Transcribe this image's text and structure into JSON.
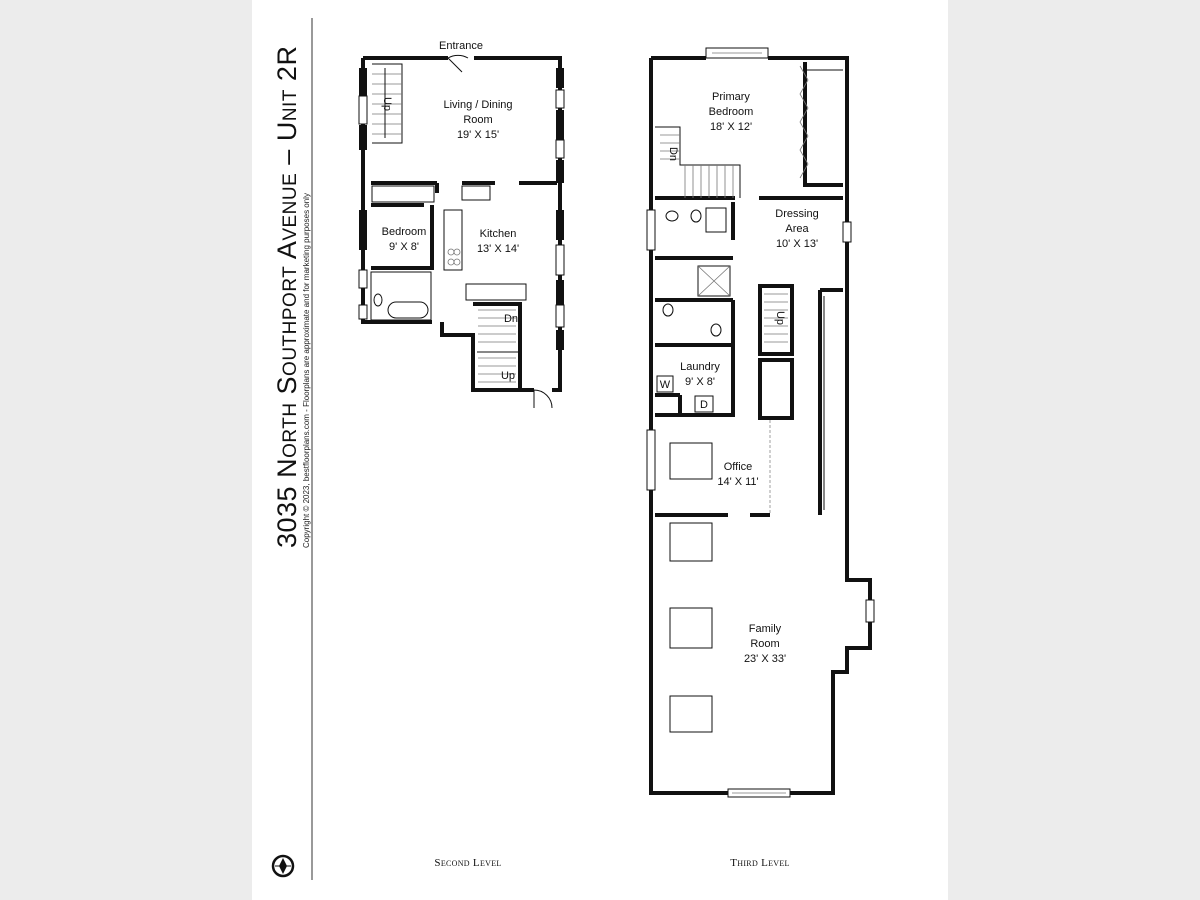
{
  "property": {
    "title": "3035 North Southport Avenue – Unit 2R",
    "copyright": "Copyright © 2023, bestfloorplans.com - Floorplans are approximate and for marketing purposes only"
  },
  "compass": {
    "icon": "compass-icon"
  },
  "levels": [
    {
      "name": "Second Level",
      "labels": {
        "entrance": "Entrance",
        "living_1": "Living / Dining",
        "living_2": "Room",
        "living_dim": "19' X 15'",
        "bedroom": "Bedroom",
        "bedroom_dim": "9' X 8'",
        "kitchen": "Kitchen",
        "kitchen_dim": "13' X 14'",
        "up_1": "Up",
        "dn": "Dn",
        "up_2": "Up"
      }
    },
    {
      "name": "Third Level",
      "labels": {
        "primary_1": "Primary",
        "primary_2": "Bedroom",
        "primary_dim": "18' X 12'",
        "dn": "Dn",
        "dressing_1": "Dressing",
        "dressing_2": "Area",
        "dressing_dim": "10' X 13'",
        "up": "Up",
        "laundry": "Laundry",
        "laundry_dim": "9' X 8'",
        "washer": "W",
        "dryer": "D",
        "office": "Office",
        "office_dim": "14' X 11'",
        "family_1": "Family",
        "family_2": "Room",
        "family_dim": "23' X 33'"
      }
    }
  ]
}
